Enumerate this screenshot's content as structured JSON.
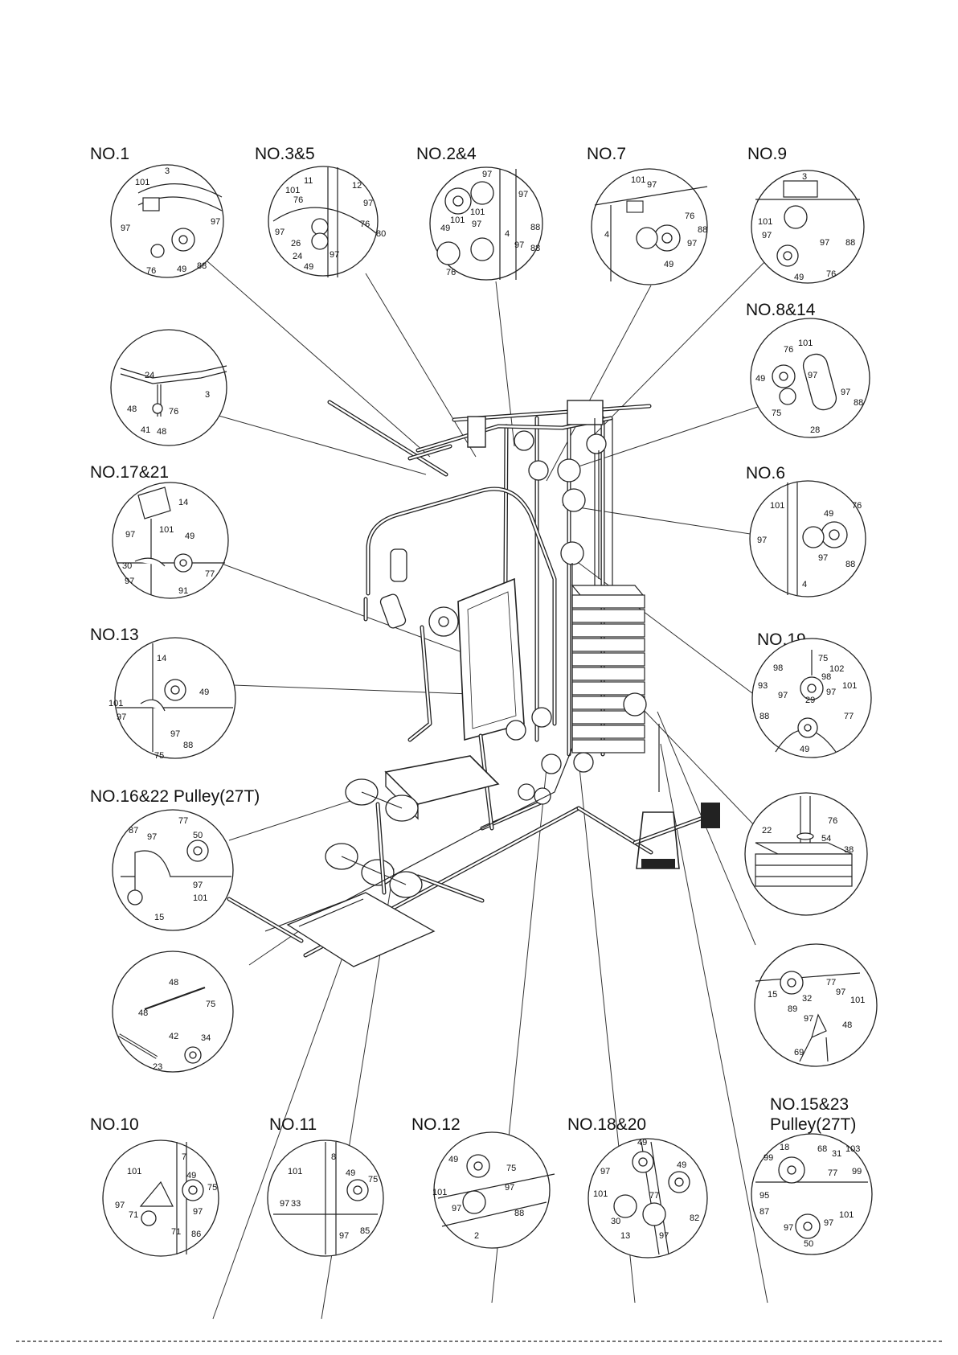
{
  "detail_views": [
    {
      "label": "NO.1",
      "parts": [
        "101",
        "3",
        "97",
        "76",
        "49",
        "97",
        "88"
      ]
    },
    {
      "label": "NO.3&5",
      "parts": [
        "11",
        "12",
        "101",
        "97",
        "76",
        "97",
        "26",
        "24",
        "49",
        "76",
        "97",
        "80"
      ]
    },
    {
      "label": "NO.2&4",
      "parts": [
        "97",
        "97",
        "101",
        "88",
        "49",
        "101",
        "97",
        "4",
        "97",
        "88",
        "76"
      ]
    },
    {
      "label": "NO.7",
      "parts": [
        "101",
        "97",
        "76",
        "88",
        "4",
        "97",
        "49"
      ]
    },
    {
      "label": "NO.9",
      "parts": [
        "3",
        "101",
        "97",
        "97",
        "88",
        "49",
        "76"
      ]
    },
    {
      "label": "NO.8&14",
      "parts": [
        "101",
        "76",
        "49",
        "97",
        "97",
        "88",
        "75",
        "28"
      ]
    },
    {
      "label": "",
      "parts": [
        "24",
        "3",
        "48",
        "76",
        "41",
        "48"
      ]
    },
    {
      "label": "NO.17&21",
      "parts": [
        "14",
        "101",
        "97",
        "49",
        "30",
        "77",
        "97",
        "91"
      ]
    },
    {
      "label": "NO.6",
      "parts": [
        "101",
        "76",
        "49",
        "97",
        "97",
        "88",
        "4"
      ]
    },
    {
      "label": "NO.13",
      "parts": [
        "14",
        "49",
        "101",
        "97",
        "97",
        "88",
        "75"
      ]
    },
    {
      "label": "NO.19",
      "parts": [
        "75",
        "98",
        "102",
        "98",
        "93",
        "101",
        "97",
        "97",
        "29",
        "88",
        "77",
        "49"
      ]
    },
    {
      "label": "NO.16&22 Pulley(27T)",
      "parts": [
        "77",
        "87",
        "97",
        "50",
        "97",
        "101",
        "15"
      ]
    },
    {
      "label": "",
      "parts": [
        "76",
        "22",
        "54",
        "38"
      ]
    },
    {
      "label": "",
      "parts": [
        "48",
        "48",
        "75",
        "42",
        "34",
        "23"
      ]
    },
    {
      "label": "",
      "parts": [
        "77",
        "15",
        "32",
        "97",
        "101",
        "89",
        "97",
        "48",
        "69"
      ]
    },
    {
      "label": "NO.10",
      "parts": [
        "7",
        "101",
        "49",
        "75",
        "97",
        "71",
        "97",
        "71",
        "86"
      ]
    },
    {
      "label": "NO.11",
      "parts": [
        "8",
        "101",
        "49",
        "75",
        "97",
        "33",
        "97",
        "85"
      ]
    },
    {
      "label": "NO.12",
      "parts": [
        "49",
        "75",
        "101",
        "97",
        "97",
        "88",
        "2"
      ]
    },
    {
      "label": "NO.18&20",
      "parts": [
        "49",
        "97",
        "49",
        "101",
        "77",
        "30",
        "82",
        "13",
        "97"
      ]
    },
    {
      "label": "NO.15&23",
      "parts": [
        "18",
        "68",
        "31",
        "103",
        "99",
        "99",
        "77",
        "95",
        "87",
        "97",
        "97",
        "101",
        "50"
      ]
    }
  ],
  "extra_labels": [
    "Pulley(27T)"
  ]
}
